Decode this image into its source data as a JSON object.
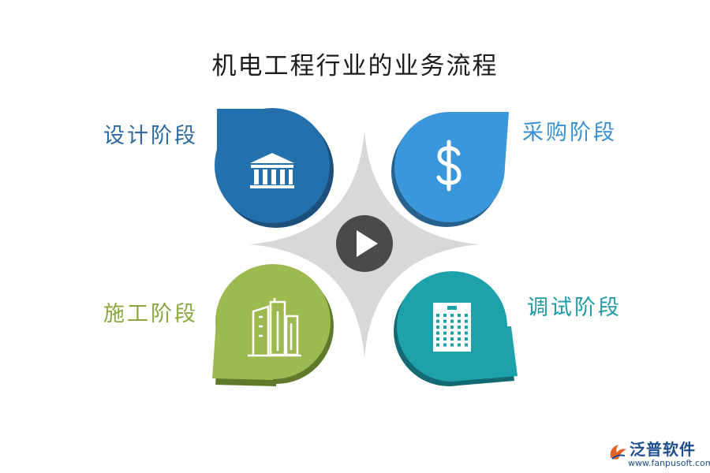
{
  "title": "机电工程行业的业务流程",
  "stages": {
    "design": {
      "label": "设计阶段",
      "color": "#2470ad",
      "shadow": "#1c4f7c",
      "label_color": "#2f6a9e",
      "icon": "bank-building-icon"
    },
    "purchase": {
      "label": "采购阶段",
      "color": "#3a97d9",
      "shadow": "#27628f",
      "label_color": "#3a8fd1",
      "icon": "dollar-icon"
    },
    "build": {
      "label": "施工阶段",
      "color": "#9cba4f",
      "shadow": "#5f7a2a",
      "label_color": "#8aa83e",
      "icon": "city-buildings-icon"
    },
    "debug": {
      "label": "调试阶段",
      "color": "#1da2ab",
      "shadow": "#136a72",
      "label_color": "#1f9ba5",
      "icon": "office-building-icon"
    }
  },
  "center": {
    "icon": "play-icon",
    "color": "#4a4a4a",
    "star_color": "#d8d8d8"
  },
  "brand": {
    "name": "泛普软件",
    "url": "www.fanpusoft.com",
    "color": "#1f4f8f",
    "logo_color": "#e4632b"
  }
}
